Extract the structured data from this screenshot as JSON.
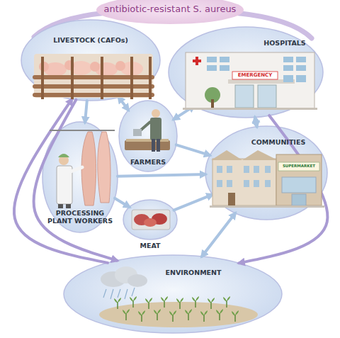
{
  "diagram": {
    "title": "antibiotic-resistant S. aureus",
    "nodes": [
      {
        "text": [
          "LIVESTOCK (CAFOs)"
        ]
      },
      {
        "text": [
          "HOSPITALS"
        ]
      },
      {
        "text": [
          "FARMERS"
        ]
      },
      {
        "text": [
          "COMMUNITIES"
        ]
      },
      {
        "text": [
          "PROCESSING PLANT WORKERS"
        ]
      },
      {
        "text": [
          "MEAT"
        ]
      },
      {
        "text": [
          "ENVIRONMENT"
        ]
      }
    ],
    "edges": [
      {
        "from": 0,
        "to": 2,
        "arrow": "both"
      },
      {
        "from": 0,
        "to": 4,
        "arrow": "to"
      },
      {
        "from": 0,
        "to": 6,
        "arrow": "to"
      },
      {
        "from": 6,
        "to": 0,
        "arrow": "to"
      },
      {
        "from": 1,
        "to": 2,
        "arrow": "both"
      },
      {
        "from": 1,
        "to": 3,
        "arrow": "both"
      },
      {
        "from": 1,
        "to": 6,
        "arrow": "to"
      },
      {
        "from": 2,
        "to": 3,
        "arrow": "to"
      },
      {
        "from": 4,
        "to": 3,
        "arrow": "to"
      },
      {
        "from": 4,
        "to": 5,
        "arrow": "to"
      },
      {
        "from": 5,
        "to": 3,
        "arrow": "to"
      },
      {
        "from": 3,
        "to": 6,
        "arrow": "both"
      }
    ],
    "labels": [
      "EMERGENCY",
      "SUPERMARKET"
    ]
  }
}
